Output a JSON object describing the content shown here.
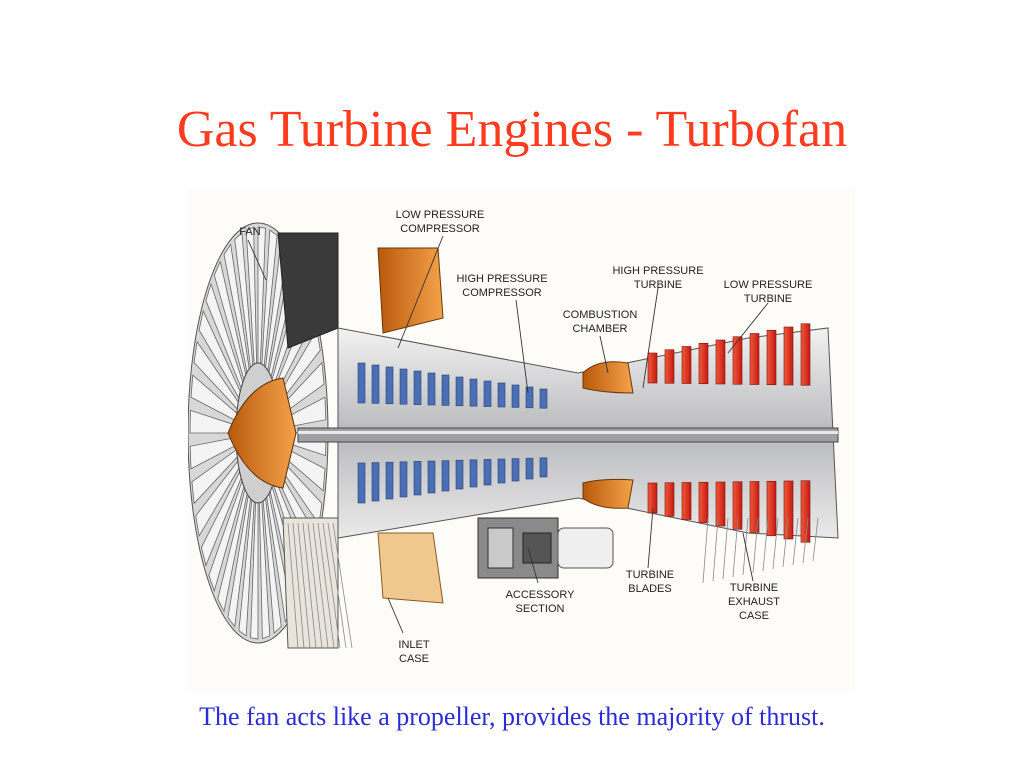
{
  "slide": {
    "title": "Gas Turbine Engines - Turbofan",
    "caption": "The fan acts like a propeller, provides the majority of thrust."
  },
  "diagram": {
    "labels": {
      "fan": "FAN",
      "lpc_line1": "LOW PRESSURE",
      "lpc_line2": "COMPRESSOR",
      "hpc_line1": "HIGH PRESSURE",
      "hpc_line2": "COMPRESSOR",
      "cc_line1": "COMBUSTION",
      "cc_line2": "CHAMBER",
      "hpt_line1": "HIGH PRESSURE",
      "hpt_line2": "TURBINE",
      "lpt_line1": "LOW PRESSURE",
      "lpt_line2": "TURBINE",
      "acc_line1": "ACCESSORY",
      "acc_line2": "SECTION",
      "tb_line1": "TURBINE",
      "tb_line2": "BLADES",
      "tec_line1": "TURBINE",
      "tec_line2": "EXHAUST",
      "tec_line3": "CASE",
      "inlet_line1": "INLET",
      "inlet_line2": "CASE"
    },
    "colors": {
      "fan_blade": "#e8e8e8",
      "orange_parts": "#e8861c",
      "blue_compressor": "#4a6fb5",
      "red_turbine": "#d42a1e",
      "metal": "#bfc0c4",
      "dark": "#2a2a2a"
    }
  }
}
